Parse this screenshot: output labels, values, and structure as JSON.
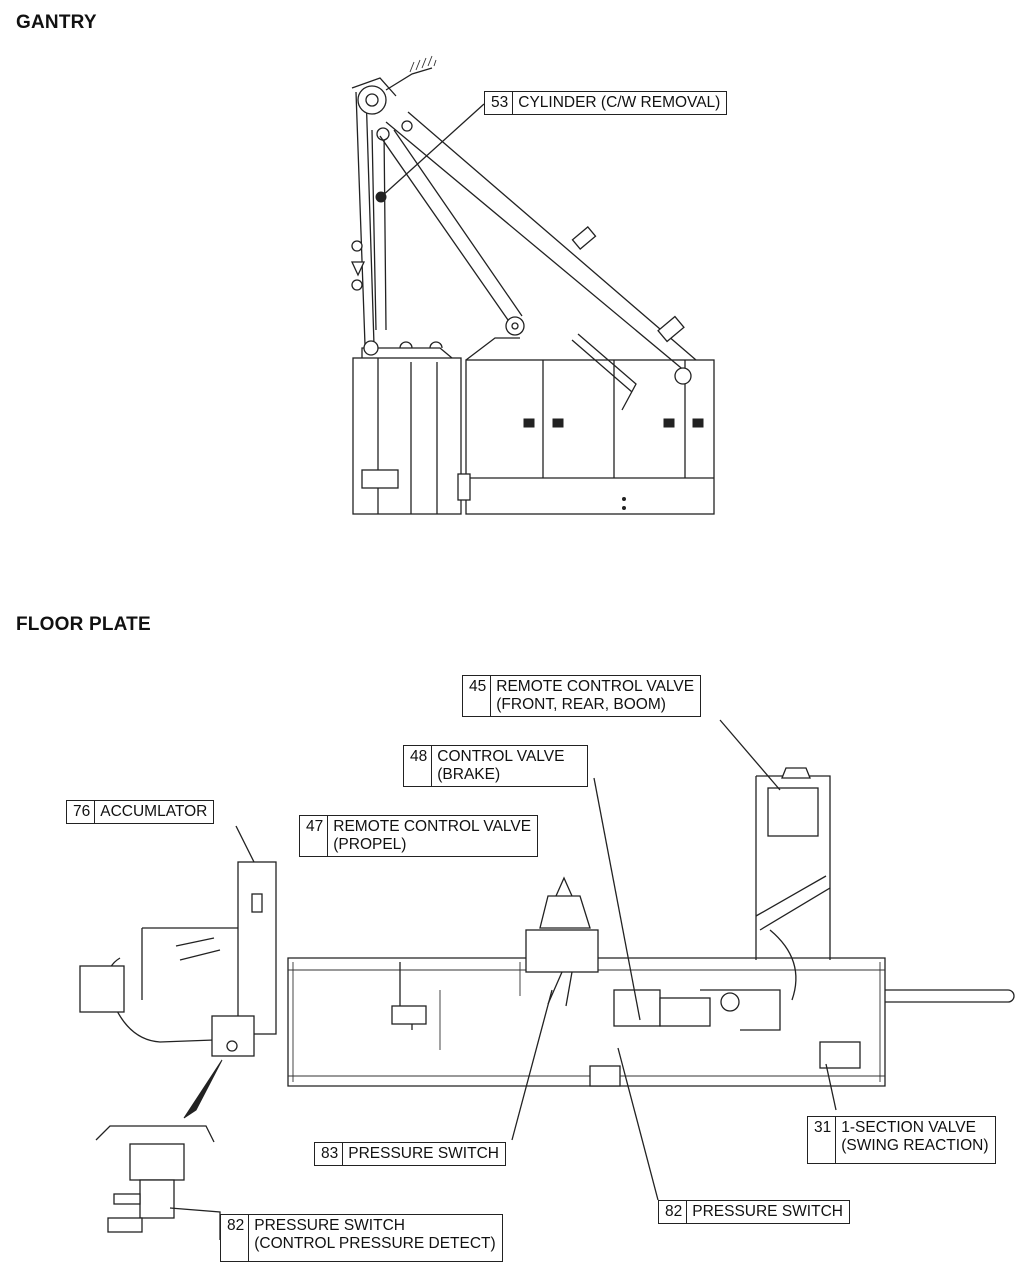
{
  "sections": {
    "gantry": "GANTRY",
    "floor_plate": "FLOOR PLATE"
  },
  "callouts": {
    "c53": {
      "num": "53",
      "line1": "CYLINDER (C/W REMOVAL)"
    },
    "c45": {
      "num": "45",
      "line1": "REMOTE CONTROL VALVE",
      "line2": "(FRONT, REAR, BOOM)"
    },
    "c48": {
      "num": "48",
      "line1": "CONTROL VALVE",
      "line2": "(BRAKE)"
    },
    "c76": {
      "num": "76",
      "line1": "ACCUMLATOR"
    },
    "c47": {
      "num": "47",
      "line1": "REMOTE CONTROL VALVE",
      "line2": "(PROPEL)"
    },
    "c31": {
      "num": "31",
      "line1": "1-SECTION VALVE",
      "line2": "(SWING REACTION)"
    },
    "c83": {
      "num": "83",
      "line1": "PRESSURE SWITCH"
    },
    "c82a": {
      "num": "82",
      "line1": "PRESSURE SWITCH"
    },
    "c82b": {
      "num": "82",
      "line1": "PRESSURE SWITCH",
      "line2": "(CONTROL PRESSURE DETECT)"
    }
  }
}
